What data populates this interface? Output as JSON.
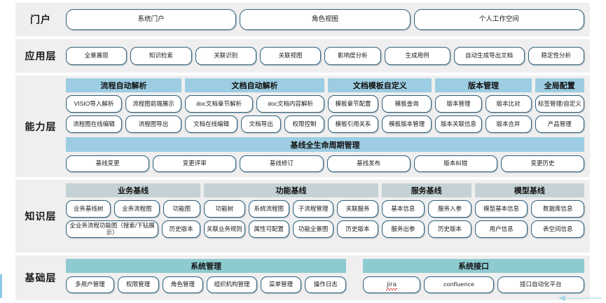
{
  "layers": [
    {
      "id": "portal",
      "label": "门户",
      "items": [
        {
          "label": "系统门户",
          "flex": 32
        },
        {
          "label": "角色视图",
          "flex": 32
        },
        {
          "label": "个人工作空间",
          "flex": 32
        }
      ]
    },
    {
      "id": "application",
      "label": "应用层",
      "items": [
        {
          "label": "全景展现",
          "flex": 12
        },
        {
          "label": "知识检索",
          "flex": 12
        },
        {
          "label": "关联识别",
          "flex": 12
        },
        {
          "label": "关联视图",
          "flex": 12
        },
        {
          "label": "影响度分析",
          "flex": 11
        },
        {
          "label": "生成用例",
          "flex": 13
        },
        {
          "label": "自动生成导出文档",
          "flex": 14
        },
        {
          "label": "稳定性分析",
          "flex": 11
        }
      ]
    },
    {
      "id": "capability",
      "label": "能力层",
      "groups": [
        {
          "header": "流程自动解析",
          "flex": 178,
          "rows": [
            [
              {
                "label": "VISIO导入解析",
                "flex": 1
              },
              {
                "label": "流程图前端展示",
                "flex": 1
              }
            ],
            [
              {
                "label": "流程图在线编辑",
                "flex": 1
              },
              {
                "label": "流程图导出",
                "flex": 1
              }
            ]
          ]
        },
        {
          "header": "文档自动解析",
          "flex": 215,
          "rows": [
            [
              {
                "label": "doc文档章节解析",
                "flex": 1.03
              },
              {
                "label": "doc文档内容解析",
                "flex": 1.03
              }
            ],
            [
              {
                "label": "文档在线编辑",
                "flex": 0.84
              },
              {
                "label": "文档导出",
                "flex": 0.62
              },
              {
                "label": "权限控制",
                "flex": 0.62
              }
            ]
          ]
        },
        {
          "header": "文档模板自定义",
          "flex": 160,
          "rows": [
            [
              {
                "label": "模板章节配置",
                "flex": 1
              },
              {
                "label": "模板查询",
                "flex": 1
              }
            ],
            [
              {
                "label": "模板引用关系",
                "flex": 1
              },
              {
                "label": "模板版本管理",
                "flex": 1
              }
            ]
          ]
        },
        {
          "header": "版本管理",
          "flex": 148,
          "rows": [
            [
              {
                "label": "版本管理",
                "flex": 1
              },
              {
                "label": "版本比对",
                "flex": 1
              }
            ],
            [
              {
                "label": "版本关联信息",
                "flex": 1
              },
              {
                "label": "版本合并",
                "flex": 1
              }
            ]
          ]
        },
        {
          "header": "全局配置",
          "flex": 76,
          "rows": [
            [
              {
                "label": "标签管理/自定义",
                "flex": 1
              }
            ],
            [
              {
                "label": "产品管理",
                "flex": 1
              }
            ]
          ]
        }
      ],
      "lifecycle": {
        "header": "基线全生命周期管理",
        "items": [
          {
            "label": "基线变更"
          },
          {
            "label": "变更评审"
          },
          {
            "label": "基线修订"
          },
          {
            "label": "基线发布"
          },
          {
            "label": "版本纠错"
          },
          {
            "label": "变更历史"
          }
        ]
      }
    },
    {
      "id": "knowledge",
      "label": "知识层",
      "groups": [
        {
          "header": "业务基线",
          "flex": 192,
          "rows": [
            [
              {
                "label": "业务基线树",
                "flex": 1
              },
              {
                "label": "业务流程图",
                "flex": 1
              },
              {
                "label": "功能图",
                "flex": 0.82
              }
            ],
            [
              {
                "label": "全业务流程功能图（搜索/下钻展示）",
                "flex": 2.1
              },
              {
                "label": "历史版本",
                "flex": 0.82
              }
            ]
          ]
        },
        {
          "header": "功能基线",
          "flex": 248,
          "rows": [
            [
              {
                "label": "功能树",
                "flex": 1
              },
              {
                "label": "系统流程图",
                "flex": 1
              },
              {
                "label": "子流程管理",
                "flex": 1
              },
              {
                "label": "关联服务",
                "flex": 1
              }
            ],
            [
              {
                "label": "关联业务规则",
                "flex": 1
              },
              {
                "label": "属性可配置",
                "flex": 1
              },
              {
                "label": "功能全景图",
                "flex": 1
              },
              {
                "label": "历史版本",
                "flex": 1
              }
            ]
          ]
        },
        {
          "header": "服务基线",
          "flex": 128,
          "rows": [
            [
              {
                "label": "基本信息",
                "flex": 1
              },
              {
                "label": "服务入参",
                "flex": 1
              }
            ],
            [
              {
                "label": "服务出参",
                "flex": 1
              },
              {
                "label": "历史版本",
                "flex": 1
              }
            ]
          ]
        },
        {
          "header": "模型基线",
          "flex": 156,
          "rows": [
            [
              {
                "label": "模型基本信息",
                "flex": 1
              },
              {
                "label": "数据库信息",
                "flex": 1
              }
            ],
            [
              {
                "label": "用户信息",
                "flex": 1
              },
              {
                "label": "表空间信息",
                "flex": 1
              }
            ]
          ]
        }
      ]
    },
    {
      "id": "base",
      "label": "基础层",
      "groups": [
        {
          "header": "系统管理",
          "flex": 380,
          "rows": [
            [
              {
                "label": "多用户管理",
                "flex": 1
              },
              {
                "label": "权限管理",
                "flex": 0.84
              },
              {
                "label": "角色管理",
                "flex": 0.84
              },
              {
                "label": "组织机构管理",
                "flex": 1.04
              },
              {
                "label": "菜单管理",
                "flex": 0.84
              },
              {
                "label": "操作日志",
                "flex": 0.84
              }
            ]
          ]
        },
        {
          "header": "系统接口",
          "flex": 300,
          "rows": [
            [
              {
                "label": "jira",
                "flex": 1,
                "style": "latin",
                "misspelled": true
              },
              {
                "label": "confluence",
                "flex": 1.22,
                "style": "latin"
              },
              {
                "label": "接口自动化平台",
                "flex": 1.55
              }
            ]
          ]
        }
      ]
    }
  ],
  "colors": {
    "band_background": "#efefef",
    "pill_border": "#2c5f7d",
    "capability_header": "#9ccde2",
    "knowledge_header": "#c4d2d6",
    "base_header": "#8ecbd0",
    "spellcheck_underline": "#e03030",
    "page_background": "#ffffff"
  }
}
